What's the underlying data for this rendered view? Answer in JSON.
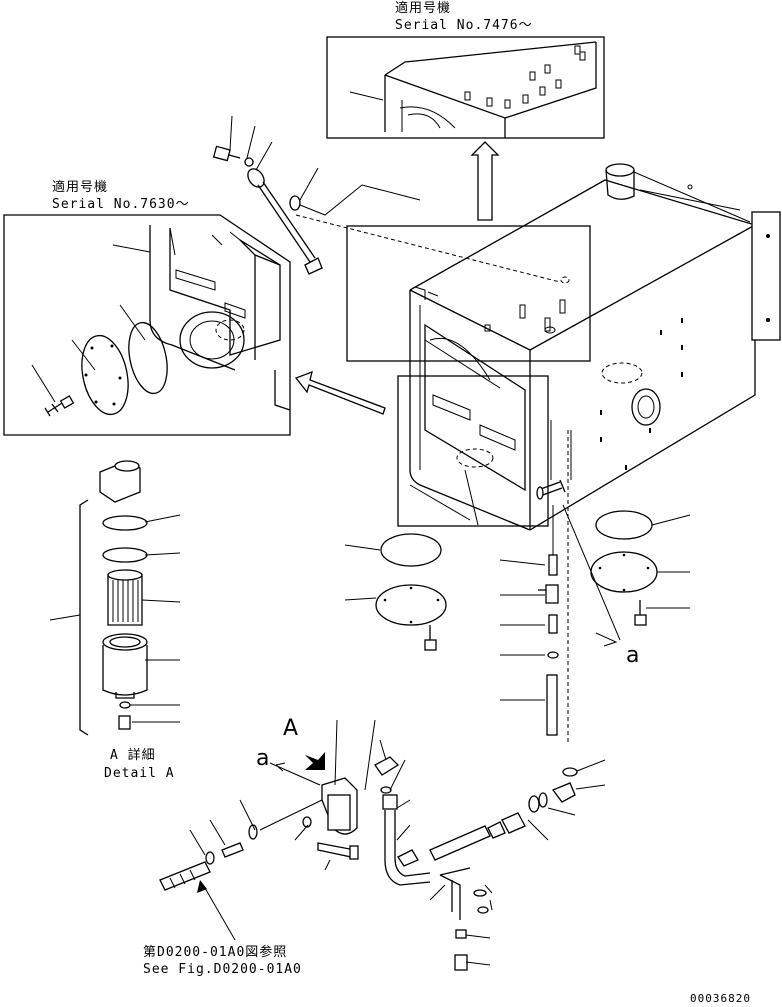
{
  "top_inset": {
    "title_jp": "適用号機",
    "serial": "Serial No.7476～"
  },
  "left_inset": {
    "title_jp": "適用号機",
    "serial": "Serial No.7630～"
  },
  "detail": {
    "title_jp": "A 詳細",
    "title_en": "Detail A"
  },
  "view_marker": "A",
  "connection_label": "a",
  "reference": {
    "jp": "第D0200-01A0図参照",
    "en": "See Fig.D0200-01A0"
  },
  "drawing_number": "00036820"
}
